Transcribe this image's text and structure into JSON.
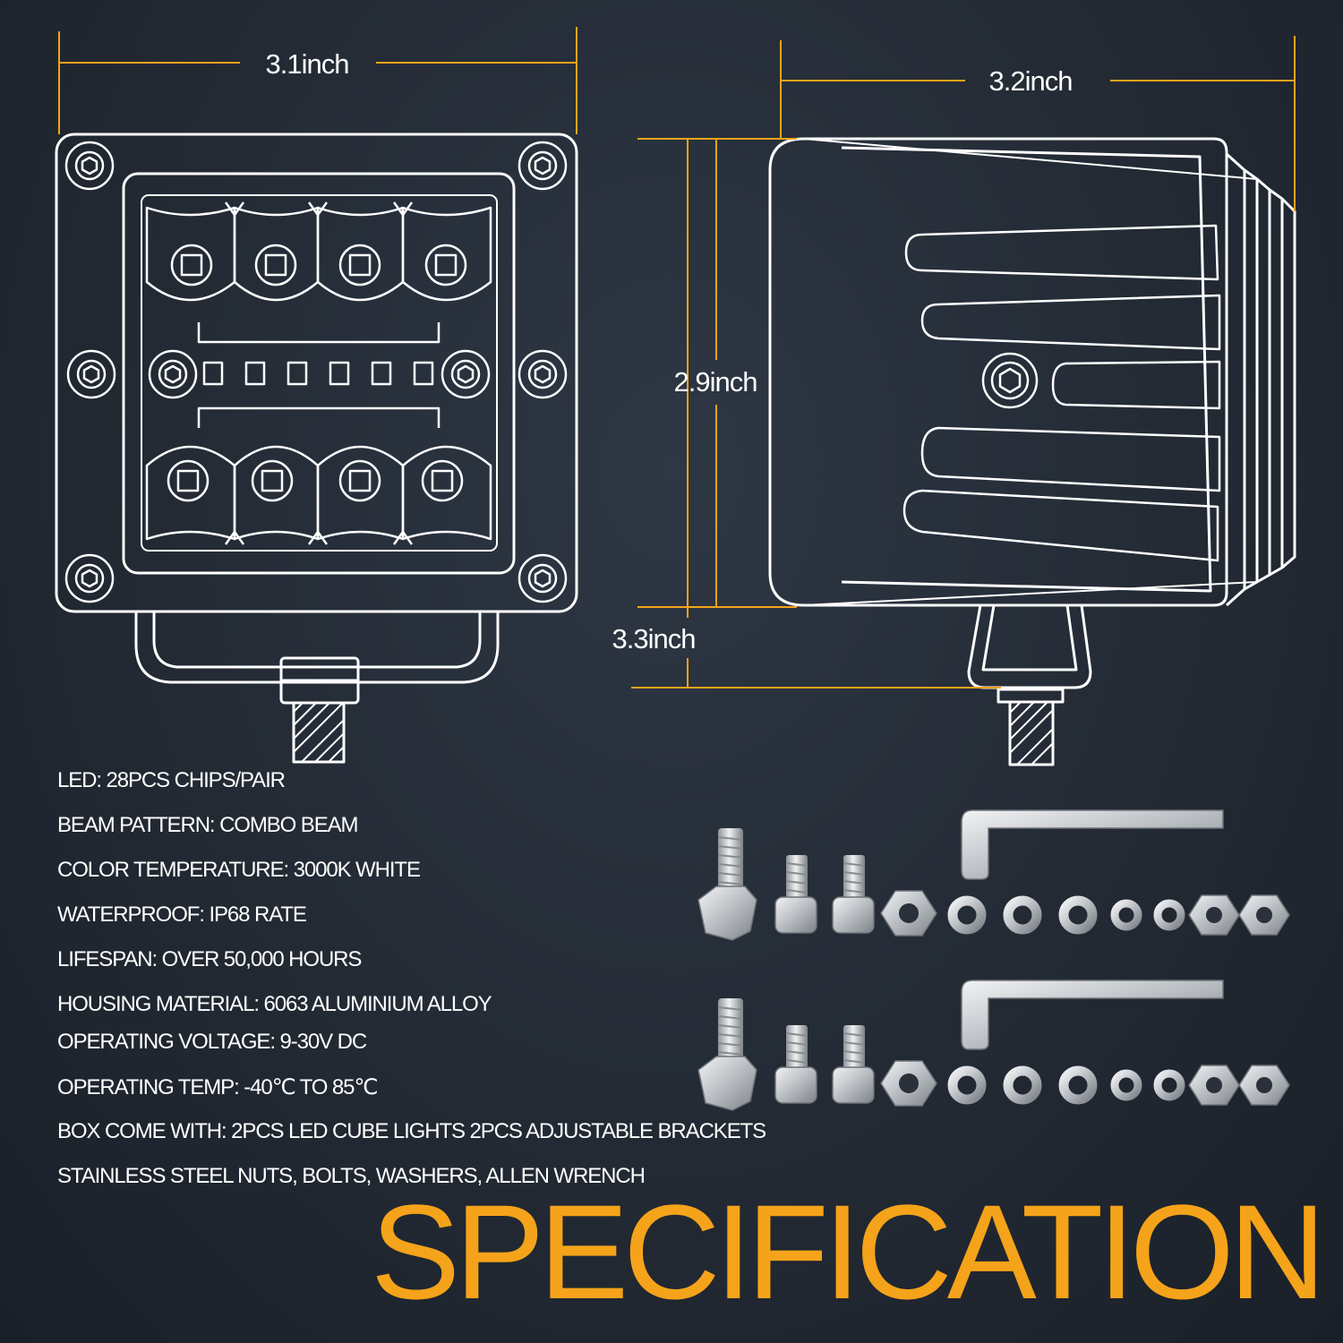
{
  "dimensions": {
    "front_width": "3.1inch",
    "side_depth": "3.2inch",
    "height": "2.9inch",
    "overall_height": "3.3inch"
  },
  "specs": [
    "LED: 28PCS CHIPS/PAIR",
    "BEAM PATTERN: COMBO BEAM",
    "COLOR TEMPERATURE: 3000K WHITE",
    "WATERPROOF: IP68 RATE",
    "LIFESPAN: OVER 50,000 HOURS",
    "HOUSING MATERIAL: 6063 ALUMINIUM ALLOY",
    "OPERATING VOLTAGE: 9-30V DC",
    "OPERATING TEMP: -40℃ TO 85℃",
    "BOX COME WITH: 2PCS LED CUBE LIGHTS   2PCS ADJUSTABLE BRACKETS",
    "STAINLESS STEEL NUTS, BOLTS, WASHERS, ALLEN WRENCH"
  ],
  "headline": "SPECIFICATION",
  "colors": {
    "background": "#232a34",
    "line_art": "#ffffff",
    "dimension_lines": "#f5a31a",
    "headline": "#f5a31a",
    "hardware_metal": "#c9ccd0"
  }
}
